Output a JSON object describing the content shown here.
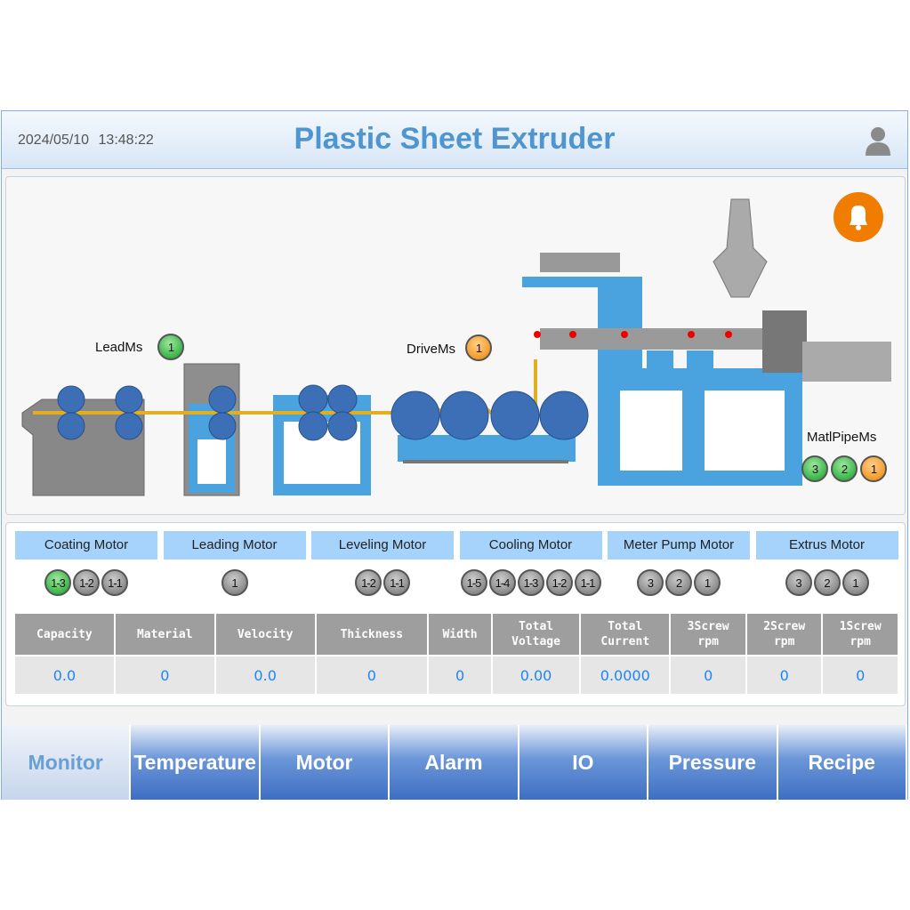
{
  "header": {
    "date": "2024/05/10",
    "time": "13:48:22",
    "title": "Plastic Sheet Extruder"
  },
  "diagram": {
    "leadms": {
      "label": "LeadMs",
      "lamps": [
        {
          "t": "1",
          "c": "g"
        }
      ]
    },
    "drivems": {
      "label": "DriveMs",
      "lamps": [
        {
          "t": "1",
          "c": "o"
        }
      ]
    },
    "matlpipems": {
      "label": "MatlPipeMs",
      "lamps": [
        {
          "t": "3",
          "c": "g"
        },
        {
          "t": "2",
          "c": "g"
        },
        {
          "t": "1",
          "c": "o"
        }
      ]
    }
  },
  "motors": [
    {
      "label": "Coating Motor",
      "lamps": [
        {
          "t": "1-3",
          "c": "g"
        },
        {
          "t": "1-2",
          "c": ""
        },
        {
          "t": "1-1",
          "c": ""
        }
      ]
    },
    {
      "label": "Leading Motor",
      "lamps": [
        {
          "t": "1",
          "c": ""
        }
      ]
    },
    {
      "label": "Leveling Motor",
      "lamps": [
        {
          "t": "1-2",
          "c": ""
        },
        {
          "t": "1-1",
          "c": ""
        }
      ]
    },
    {
      "label": "Cooling Motor",
      "lamps": [
        {
          "t": "1-5",
          "c": ""
        },
        {
          "t": "1-4",
          "c": ""
        },
        {
          "t": "1-3",
          "c": ""
        },
        {
          "t": "1-2",
          "c": ""
        },
        {
          "t": "1-1",
          "c": ""
        }
      ]
    },
    {
      "label": "Meter Pump Motor",
      "lamps": [
        {
          "t": "3",
          "c": ""
        },
        {
          "t": "2",
          "c": ""
        },
        {
          "t": "1",
          "c": ""
        }
      ]
    },
    {
      "label": "Extrus Motor",
      "lamps": [
        {
          "t": "3",
          "c": ""
        },
        {
          "t": "2",
          "c": ""
        },
        {
          "t": "1",
          "c": ""
        }
      ]
    }
  ],
  "table": {
    "headers": [
      "Capacity",
      "Material",
      "Velocity",
      "Thickness",
      "Width",
      "Total\nVoltage",
      "Total\nCurrent",
      "3Screw\nrpm",
      "2Screw\nrpm",
      "1Screw\nrpm"
    ],
    "values": [
      "0.0",
      "0",
      "0.0",
      "0",
      "0",
      "0.00",
      "0.0000",
      "0",
      "0",
      "0"
    ]
  },
  "nav": [
    "Monitor",
    "Temperature",
    "Motor",
    "Alarm",
    "IO",
    "Pressure",
    "Recipe"
  ],
  "colors": {
    "title": "#4f95cf",
    "value": "#1a85ff",
    "motor_header": "#a6d3fb",
    "nav": "#3f6fc4",
    "alarm": "#f07c00"
  }
}
